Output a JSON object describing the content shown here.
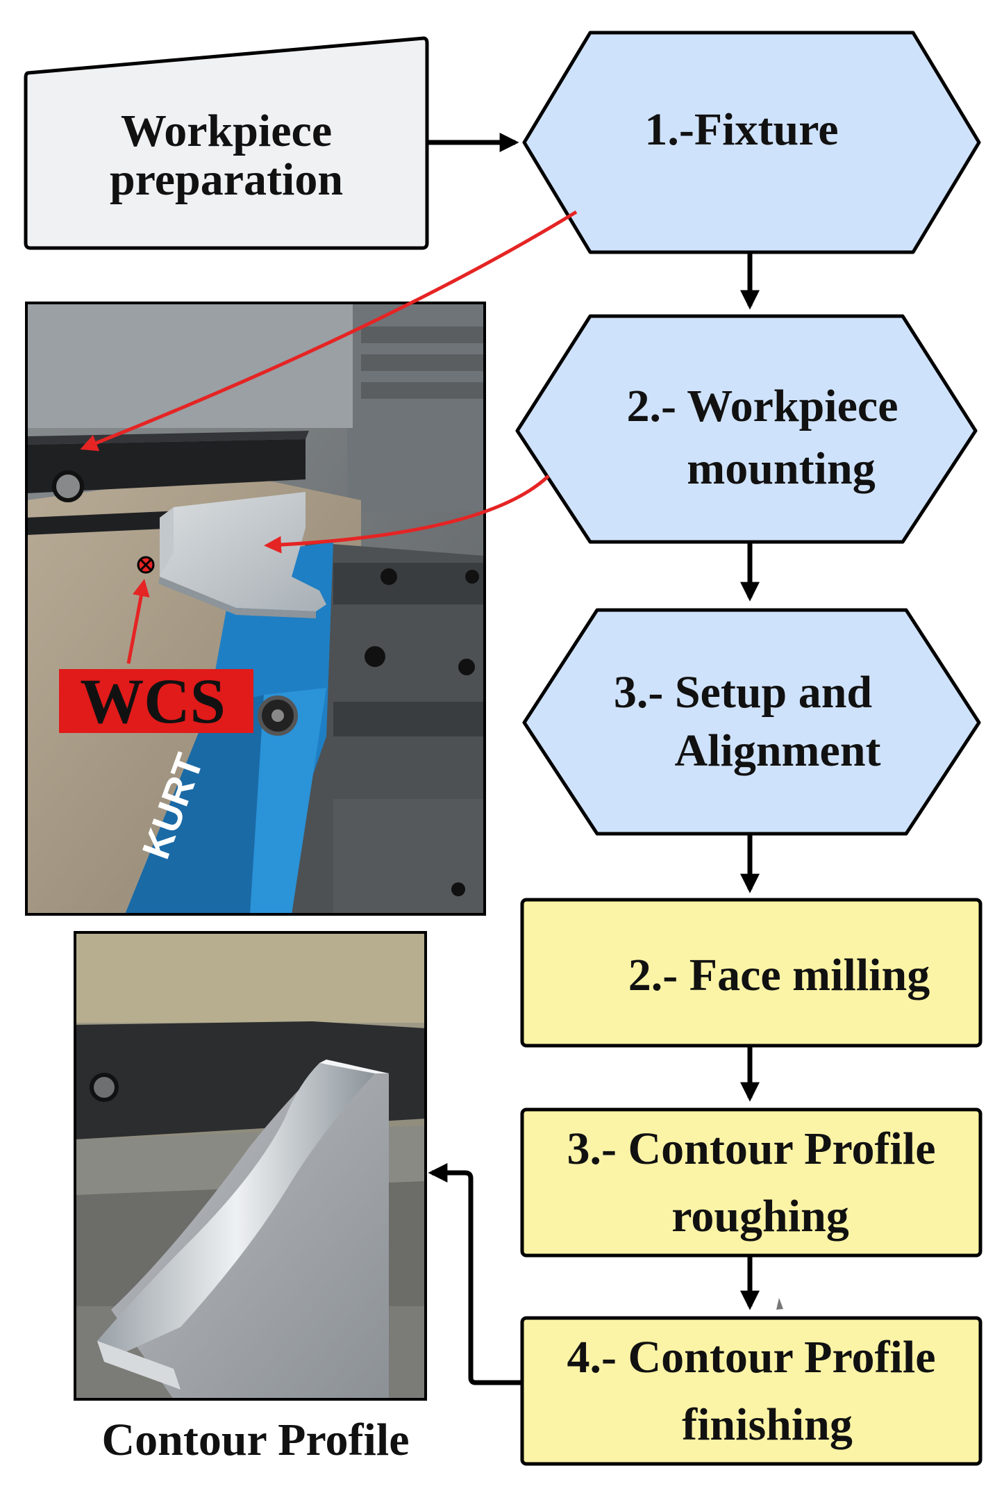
{
  "colors": {
    "blue_box": "#cfe2fb",
    "yellow_box": "#fbf3a6",
    "gray_box": "#f0f1f3",
    "red_arrow": "#e52424",
    "wcs_label_bg": "#e11a1a",
    "vise_blue": "#1f7fc4"
  },
  "steps": {
    "prep": {
      "line1": "Workpiece",
      "line2": "preparation"
    },
    "fixture": {
      "line1": "1.-Fixture"
    },
    "mounting": {
      "line1": "2.- Workpiece",
      "line2": "mounting"
    },
    "setup": {
      "line1": "3.- Setup and",
      "line2": "Alignment"
    },
    "face": {
      "line1": "2.- Face milling"
    },
    "rough": {
      "line1": "3.- Contour Profile",
      "line2": "roughing"
    },
    "finish": {
      "line1": "4.- Contour Profile",
      "line2": "finishing"
    }
  },
  "photo_setup": {
    "wcs_label": "WCS",
    "vise_brand": "KURT"
  },
  "photo_part": {
    "caption": "Contour Profile"
  }
}
